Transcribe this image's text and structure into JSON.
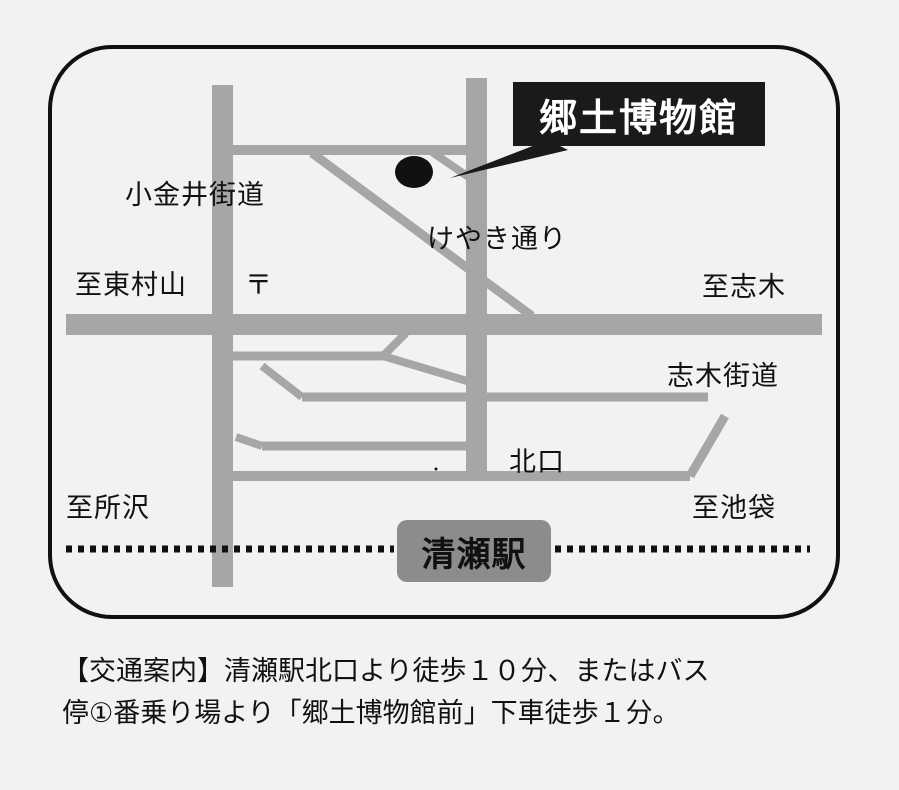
{
  "museum": "郷土博物館",
  "station": "清瀬駅",
  "labels": {
    "koganei_kaido": "小金井街道",
    "keyaki_dori": "けやき通り",
    "to_higashimurayama": "至東村山",
    "post_office_mark": "〒",
    "to_shiki": "至志木",
    "shiki_kaido": "志木街道",
    "north_exit": "北口",
    "to_tokorozawa": "至所沢",
    "to_ikebukuro": "至池袋"
  },
  "access": {
    "line1": "【交通案内】清瀬駅北口より徒歩１０分、またはバス",
    "line2": "停①番乗り場より「郷土博物館前」下車徒歩１分。"
  },
  "colors": {
    "road": "#a6a6a6",
    "frame": "#111111",
    "background": "#f2f2f2",
    "museum_box": "#1a1a1a",
    "station_box": "#8c8c8c"
  }
}
